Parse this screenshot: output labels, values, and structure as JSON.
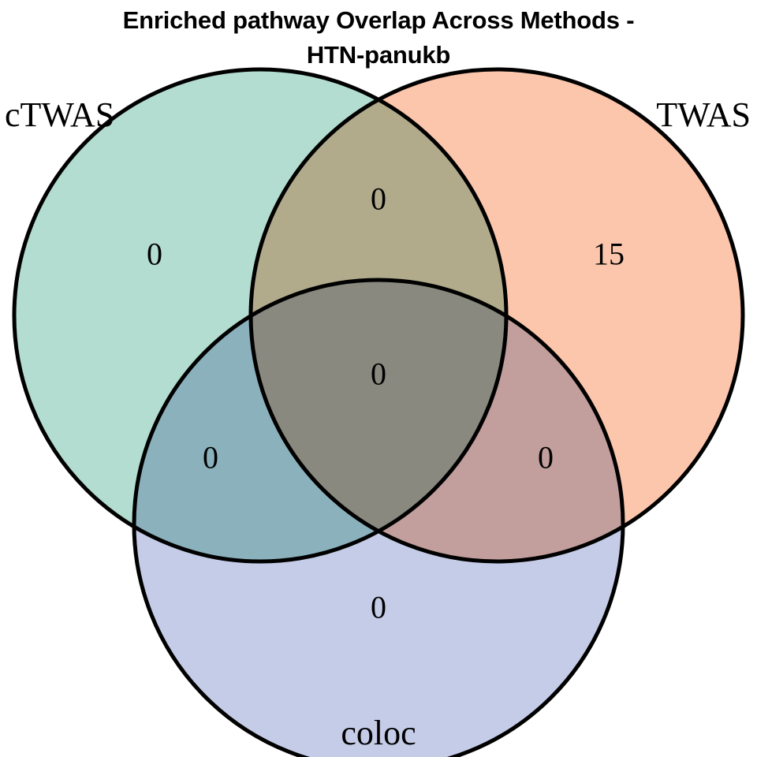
{
  "title": {
    "line1": "Enriched pathway Overlap Across Methods -",
    "line2": "HTN-panukb",
    "full": "Enriched pathway Overlap Across Methods - HTN-panukb"
  },
  "chart_data": {
    "type": "venn",
    "title": "Enriched pathway Overlap Across Methods - HTN-panukb",
    "sets": [
      "cTWAS",
      "TWAS",
      "coloc"
    ],
    "set_colors": {
      "cTWAS": "#b3ddd0",
      "TWAS": "#fcc6ac",
      "coloc": "#c5cce7"
    },
    "outline_color": "#000000",
    "background": "#ffffff",
    "regions": [
      {
        "key": "cTWAS_only",
        "label": "cTWAS only",
        "value": "0",
        "fill": "#b3ddd0"
      },
      {
        "key": "TWAS_only",
        "label": "TWAS only",
        "value": "15",
        "fill": "#fcc6ac"
      },
      {
        "key": "coloc_only",
        "label": "coloc only",
        "value": "0",
        "fill": "#c5cce7"
      },
      {
        "key": "cTWAS_TWAS",
        "label": "cTWAS and TWAS",
        "value": "0",
        "fill": "#d6b79a"
      },
      {
        "key": "cTWAS_coloc",
        "label": "cTWAS and coloc",
        "value": "0",
        "fill": "#a3c1ce"
      },
      {
        "key": "TWAS_coloc",
        "label": "TWAS and coloc",
        "value": "0",
        "fill": "#c3adbd"
      },
      {
        "key": "cTWAS_TWAS_coloc",
        "label": "cTWAS, TWAS and coloc",
        "value": "0",
        "fill": "#a8a1ab"
      }
    ],
    "totals": {
      "cTWAS": 0,
      "TWAS": 15,
      "coloc": 0,
      "grand_total": 15
    },
    "set_labels": {
      "cTWAS": "cTWAS",
      "TWAS": "TWAS",
      "coloc": "coloc"
    },
    "legend": "none",
    "grid": false
  }
}
